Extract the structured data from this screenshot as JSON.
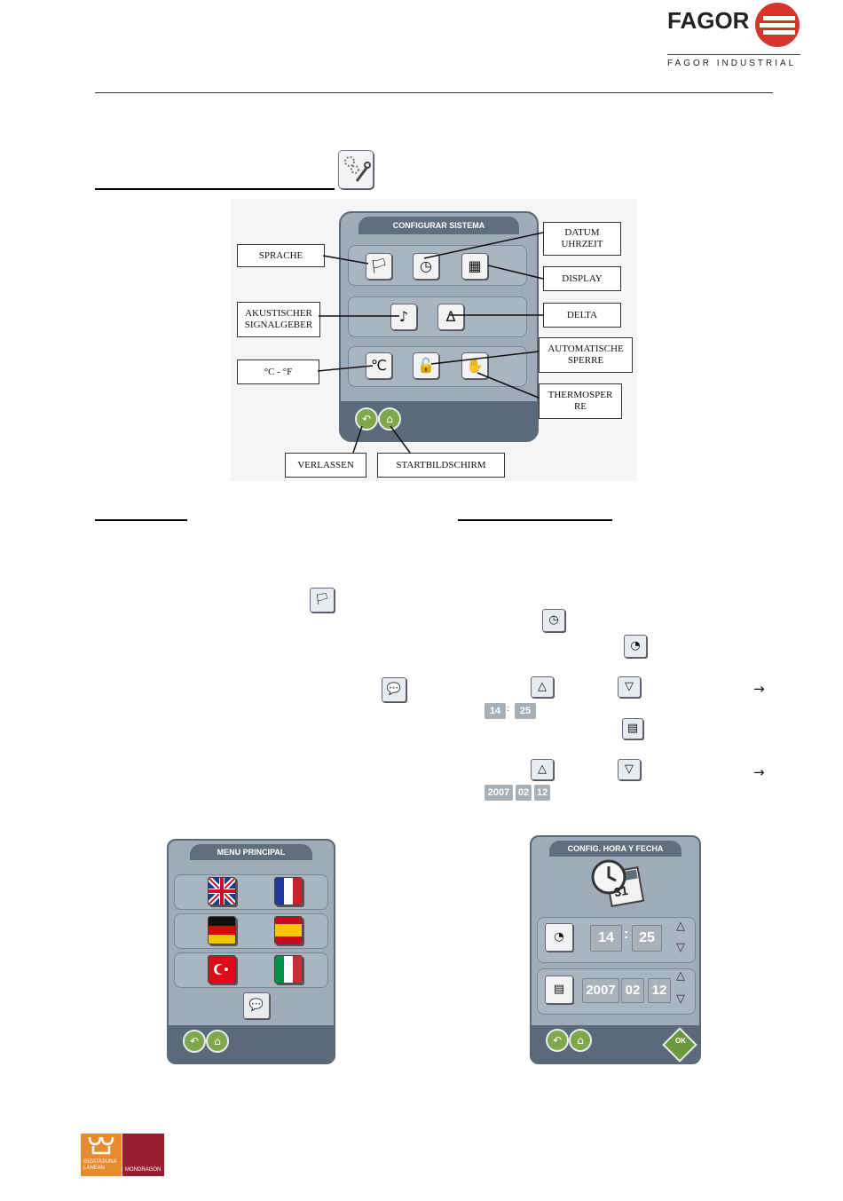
{
  "header": {
    "brand": "FAGOR",
    "brand_sub": "FAGOR INDUSTRIAL"
  },
  "diagram": {
    "panel_title": "CONFIGURAR SISTEMA",
    "labels": {
      "sprache": "SPRACHE",
      "datum": "DATUM\nUHRZEIT",
      "display": "DISPLAY",
      "akustisch": "AKUSTISCHER\nSIGNALGEBER",
      "delta": "DELTA",
      "celsius": "°C - °F",
      "sperre": "AUTOMATISCHE\nSPERRE",
      "thermosperre": "THERMOSPER\nRE",
      "verlassen": "VERLASSEN",
      "startbild": "STARTBILDSCHIRM"
    }
  },
  "inline": {
    "time_hours": "14",
    "time_sep": ":",
    "time_minutes": "25",
    "date_year": "2007",
    "date_sep": "/",
    "date_month": "02",
    "date_day": "12",
    "arrow": "→"
  },
  "menu_principal": {
    "title": "MENU PRINCIPAL",
    "flags": [
      "uk-flag",
      "france-flag",
      "germany-flag",
      "spain-flag",
      "turkey-flag",
      "italy-flag"
    ]
  },
  "config_hora": {
    "title": "CONFIG. HORA Y FECHA",
    "hours": "14",
    "minutes": "25",
    "colon": ":",
    "year": "2007",
    "month": "02",
    "day": "12",
    "slash": "/",
    "ok": "OK",
    "calendar_day": "31"
  },
  "footer": {
    "logo_left_text": "GIZATASUNA\nLANEAN",
    "logo_right_text": "MONDRAGON"
  },
  "colors": {
    "panel": "#9fabb8",
    "panel_dark": "#5f6f7e",
    "accent_green": "#7fa84a",
    "brand_red": "#d4342a",
    "mondragon_orange": "#e88a2e",
    "mondragon_red": "#9a1e2e"
  }
}
